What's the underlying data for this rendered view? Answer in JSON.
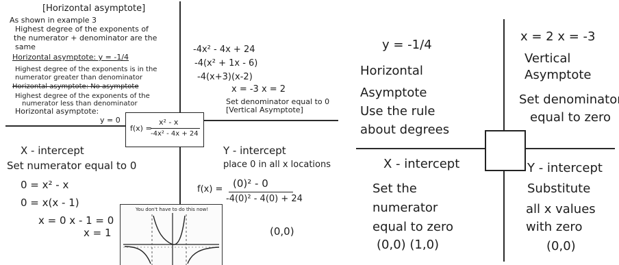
{
  "left": {
    "topleft": {
      "title": "[Horizontal asymptote]",
      "l1": "As shown in example 3",
      "l2": "Highest degree of the exponents of",
      "l3": "the numerator + denominator are the",
      "l4": "same",
      "l5": "Horizontal asymptote: y = -1/4",
      "l6": "Highest degree of the exponents is in the",
      "l7": "numerator greater than denominator",
      "l8": "Horizontal asymptote: No asymptote",
      "l9": "Highest degree of the exponents of the",
      "l10": "numerator less than denominator",
      "l11": "Horizontal asymptote:",
      "l12": "y = 0"
    },
    "topright": {
      "l1": "-4x² - 4x + 24",
      "l2": "-4(x² + 1x - 6)",
      "l3": "-4(x+3)(x-2)",
      "l4": "x = -3  x = 2",
      "l5": "Set denominator equal to 0",
      "l6": "[Vertical Asymptote]"
    },
    "fx": {
      "label": "f(x) =",
      "numerator": "x² - x",
      "denominator": "-4x² - 4x + 24"
    },
    "bottomleft": {
      "title": "X - intercept",
      "l1": "Set numerator equal to 0",
      "l2": "0 = x² - x",
      "l3": "0 = x(x - 1)",
      "l4": "x = 0   x - 1 = 0",
      "l5": "x = 1"
    },
    "bottomright": {
      "title": "Y - intercept",
      "l1": "place 0 in all x locations",
      "fx_label": "f(x) =",
      "numerator": "(0)² - 0",
      "denominator": "-4(0)² - 4(0) + 24",
      "result": "(0,0)"
    },
    "graph": {
      "caption": "You don't have to do this now!"
    }
  },
  "right": {
    "q1": {
      "eq": "y = -1/4",
      "l1": "Horizontal",
      "l2": "Asymptote",
      "l3": "Use the rule",
      "l4": "about degrees"
    },
    "q2": {
      "eq": "x = 2   x = -3",
      "l1": "Vertical",
      "l2": "Asymptote",
      "l3": "Set denominator",
      "l4": "equal to zero"
    },
    "q3": {
      "title": "X - intercept",
      "l1": "Set the",
      "l2": "numerator",
      "l3": "equal to zero",
      "l4": "(0,0) (1,0)"
    },
    "q4": {
      "title": "Y - intercept",
      "l1": "Substitute",
      "l2": "all x values",
      "l3": "with zero",
      "l4": "(0,0)"
    }
  }
}
